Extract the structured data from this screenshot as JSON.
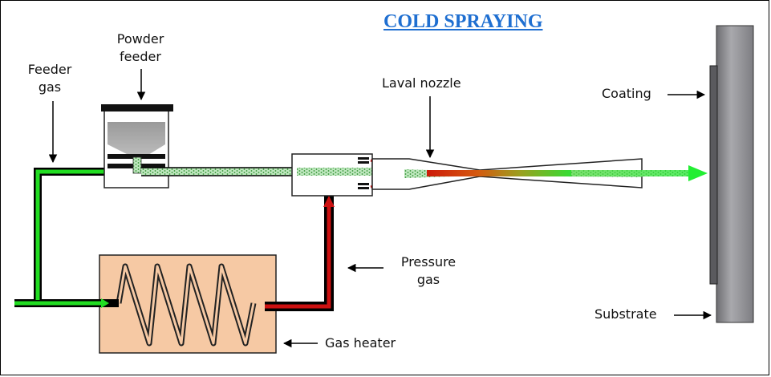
{
  "title": "COLD SPRAYING",
  "colors": {
    "title": "#1f6fd1",
    "feeder_gas": "#22dd22",
    "pressure_gas": "#cc1111",
    "heater_fill": "#f6c9a4",
    "substrate": "#8a8a8e"
  },
  "labels": {
    "feeder_gas_line1": "Feeder",
    "feeder_gas_line2": "gas",
    "powder_feeder_line1": "Powder",
    "powder_feeder_line2": "feeder",
    "laval_nozzle": "Laval nozzle",
    "coating": "Coating",
    "pressure_gas_line1": "Pressure",
    "pressure_gas_line2": "gas",
    "substrate": "Substrate",
    "gas_heater": "Gas heater"
  }
}
